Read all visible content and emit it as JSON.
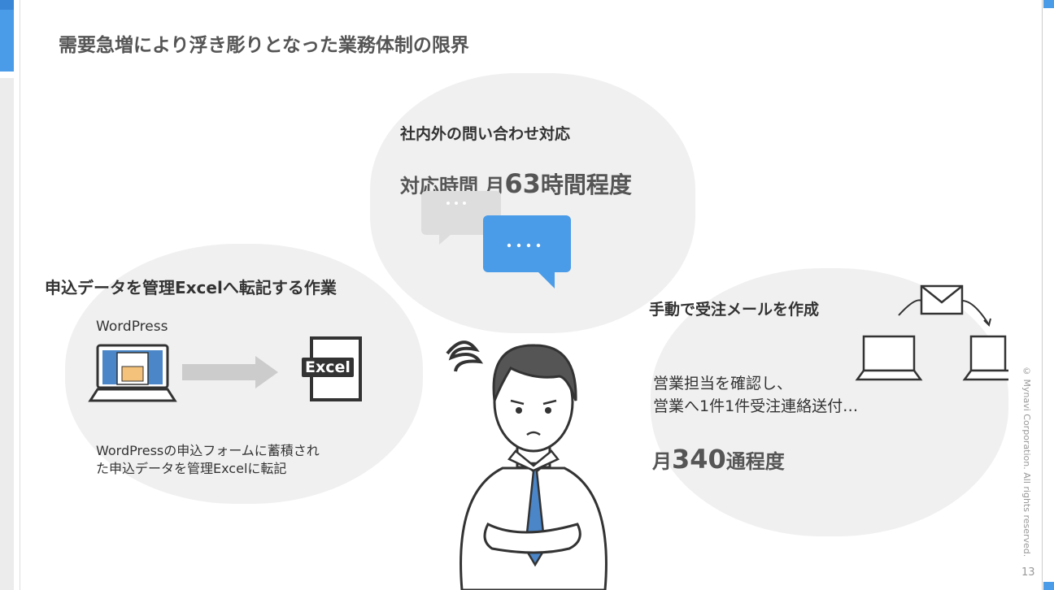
{
  "title": "需要急増により浮き彫りとなった業務体制の限界",
  "center": {
    "heading": "社内外の問い合わせ対応",
    "metric_prefix": "対応時間 月",
    "metric_value": "63",
    "metric_suffix": "時間程度"
  },
  "left": {
    "heading": "申込データを管理Excelへ転記する作業",
    "app_label": "WordPress",
    "excel_label": "Excel",
    "desc_line1": "WordPressの申込フォームに蓄積され",
    "desc_line2": "た申込データを管理Excelに転記"
  },
  "right": {
    "heading": "手動で受注メールを作成",
    "desc_line1": "営業担当を確認し、",
    "desc_line2": "営業へ1件1件受注連絡送付…",
    "metric_prefix": "月",
    "metric_value": "340",
    "metric_suffix": "通程度"
  },
  "footer": {
    "copyright": "© Mynavi Corporation. All rights reserved.",
    "page": "13"
  },
  "colors": {
    "accent": "#4a9be8",
    "bubble": "#4a9be8"
  }
}
